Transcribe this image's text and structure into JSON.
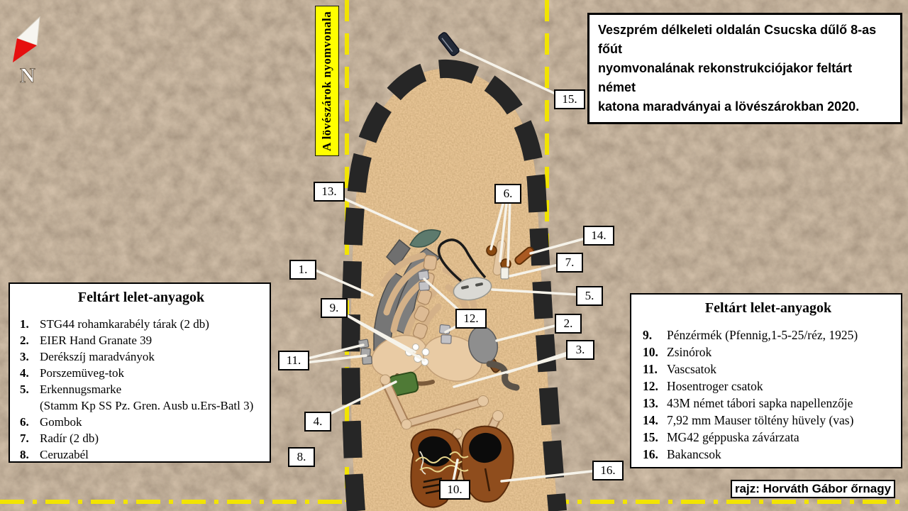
{
  "title_box": {
    "text": "Veszprém délkeleti oldalán Csucska dűlő 8-as főút\nnyomvonalának rekonstrukciójakor feltárt német\nkatona maradványai a lövészárokban 2020."
  },
  "trench_route_label": "A lövészárok nyomvonala",
  "north": {
    "label": "N"
  },
  "credit": {
    "text": "rajz: Horváth Gábor őrnagy"
  },
  "legend_left": {
    "title": "Feltárt lelet-anyagok",
    "items": [
      {
        "num": "1.",
        "text": "STG44 rohamkarabély tárak (2 db)"
      },
      {
        "num": "2.",
        "text": "EIER Hand Granate 39"
      },
      {
        "num": "3.",
        "text": "Derékszíj maradványok"
      },
      {
        "num": "4.",
        "text": "Porszemüveg-tok"
      },
      {
        "num": "5.",
        "text": "Erkennugsmarke"
      },
      {
        "num": "",
        "text": "(Stamm Kp SS Pz. Gren. Ausb u.Ers-Batl 3)"
      },
      {
        "num": "6.",
        "text": "Gombok"
      },
      {
        "num": "7.",
        "text": "Radír (2 db)"
      },
      {
        "num": "8.",
        "text": "Ceruzabél"
      }
    ]
  },
  "legend_right": {
    "title": "Feltárt lelet-anyagok",
    "items": [
      {
        "num": "9.",
        "text": "Pénzérmék (Pfennig,1-5-25/réz, 1925)"
      },
      {
        "num": "10.",
        "text": "Zsinórok"
      },
      {
        "num": "11.",
        "text": "Vascsatok"
      },
      {
        "num": "12.",
        "text": "Hosentroger csatok"
      },
      {
        "num": "13.",
        "text": "43M német tábori sapka napellenzője"
      },
      {
        "num": "14.",
        "text": "7,92 mm Mauser töltény hüvely (vas)"
      },
      {
        "num": "15.",
        "text": "MG42 géppuska závárzata"
      },
      {
        "num": "16.",
        "text": "Bakancsok"
      }
    ]
  },
  "callouts": {
    "c1": "1.",
    "c2": "2.",
    "c3": "3.",
    "c4": "4.",
    "c5": "5.",
    "c6": "6.",
    "c7": "7.",
    "c8": "8.",
    "c9": "9.",
    "c10": "10.",
    "c11": "11.",
    "c12": "12.",
    "c13": "13.",
    "c14": "14.",
    "c15": "15.",
    "c16": "16."
  },
  "colors": {
    "outer_soil": "#8d7a64",
    "trench_fill": "#cf9a5e",
    "trench_border": "#262626",
    "route_line_yellow": "#f2e400",
    "label_bg": "#ffffff",
    "bone": "#ddbb94",
    "magazine_gray": "#7e7e7e",
    "visor_teal": "#5d7a6d",
    "case_green": "#4f7a36",
    "boot_brown": "#8a4718",
    "north_red": "#e60f0f"
  }
}
